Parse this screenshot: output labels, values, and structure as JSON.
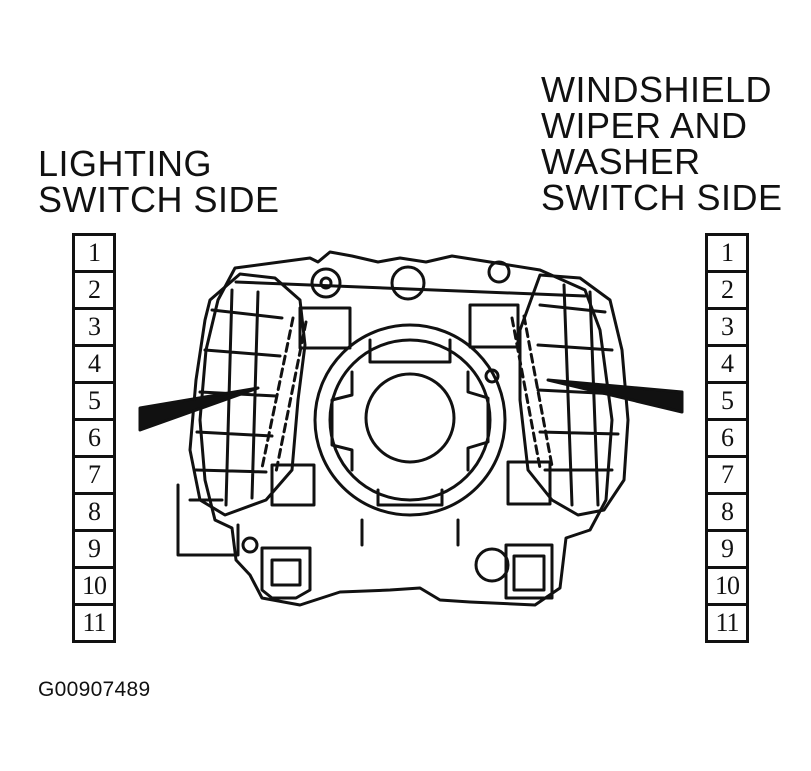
{
  "left_label": [
    "LIGHTING",
    "SWITCH SIDE"
  ],
  "right_label": [
    "WINDSHIELD",
    "WIPER AND",
    "WASHER",
    "SWITCH SIDE"
  ],
  "left_terminals": [
    "1",
    "2",
    "3",
    "4",
    "5",
    "6",
    "7",
    "8",
    "9",
    "10",
    "11"
  ],
  "right_terminals": [
    "1",
    "2",
    "3",
    "4",
    "5",
    "6",
    "7",
    "8",
    "9",
    "10",
    "11"
  ],
  "figure_id": "G00907489"
}
